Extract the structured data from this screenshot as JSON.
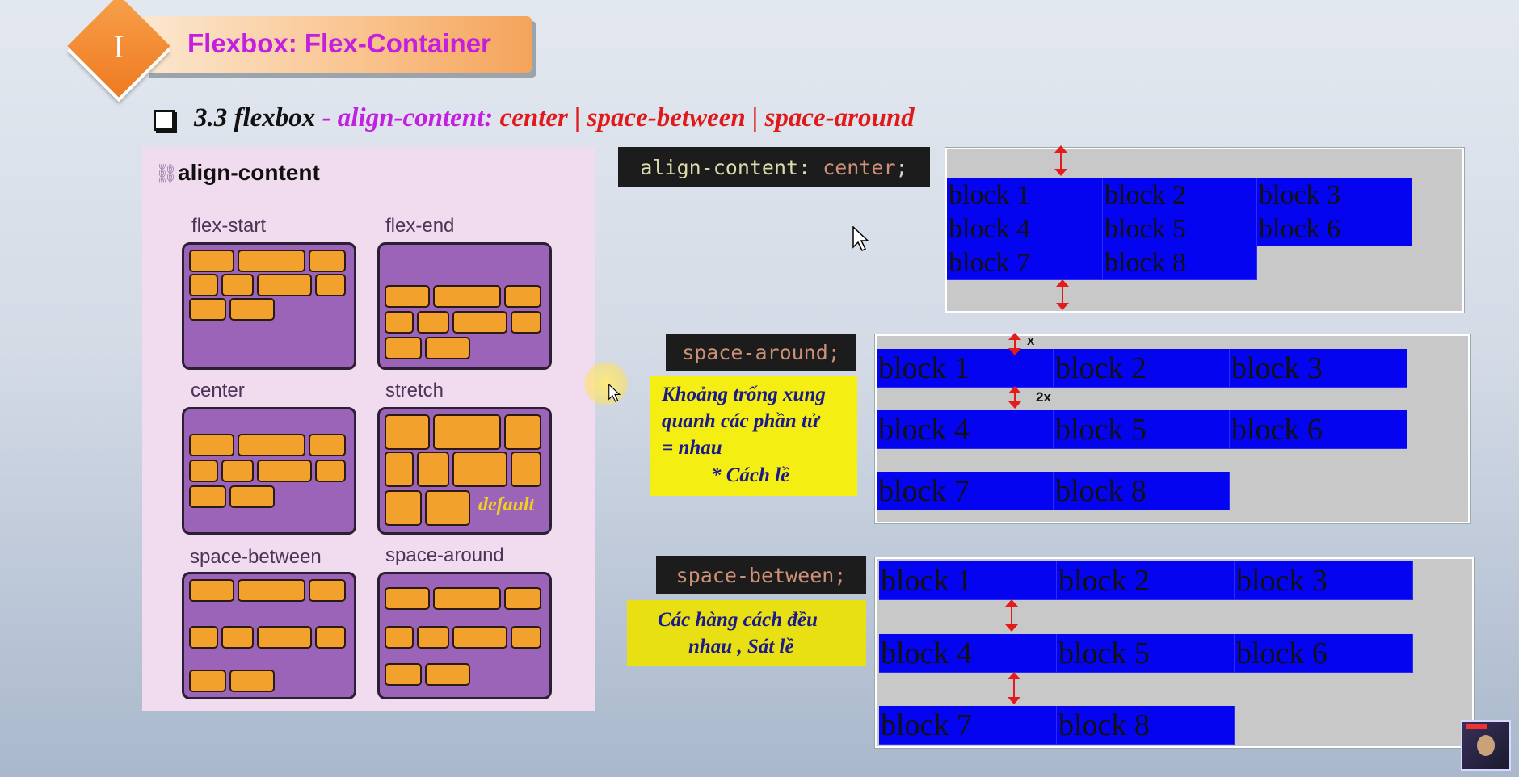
{
  "header": {
    "section_numeral": "I",
    "title": "Flexbox: Flex-Container"
  },
  "subtitle": {
    "part1": "3.3 flexbox",
    "part2": " - align-content: ",
    "part3": "center | space-between | space-around"
  },
  "reference": {
    "heading": "align-content",
    "labels": {
      "flex_start": "flex-start",
      "flex_end": "flex-end",
      "center": "center",
      "stretch": "stretch",
      "space_between": "space-between",
      "space_around": "space-around"
    },
    "default_label": "default"
  },
  "demo_center": {
    "code_prop": "align-content:",
    "code_value": "center",
    "code_end": ";",
    "blocks": [
      "block 1",
      "block 2",
      "block 3",
      "block 4",
      "block 5",
      "block 6",
      "block 7",
      "block 8"
    ]
  },
  "demo_around": {
    "code": "space-around;",
    "gap_x": "x",
    "gap_2x": "2x",
    "note_lines": [
      "Khoảng trống xung",
      "quanh các phần tử",
      "= nhau",
      "* Cách lề"
    ],
    "blocks": [
      "block 1",
      "block 2",
      "block 3",
      "block 4",
      "block 5",
      "block 6",
      "block 7",
      "block 8"
    ]
  },
  "demo_between": {
    "code": "space-between;",
    "note_lines": [
      "Các hàng cách đều",
      "nhau , Sát lề"
    ],
    "blocks": [
      "block 1",
      "block 2",
      "block 3",
      "block 4",
      "block 5",
      "block 6",
      "block 7",
      "block 8"
    ]
  },
  "colors": {
    "block": "#0404f0",
    "demo_bg": "#c8c8c8",
    "accent_magenta": "#c41ee0",
    "accent_red": "#e01a1a",
    "note_bg": "#f5ee12",
    "header_orange": "#ee7a21"
  }
}
